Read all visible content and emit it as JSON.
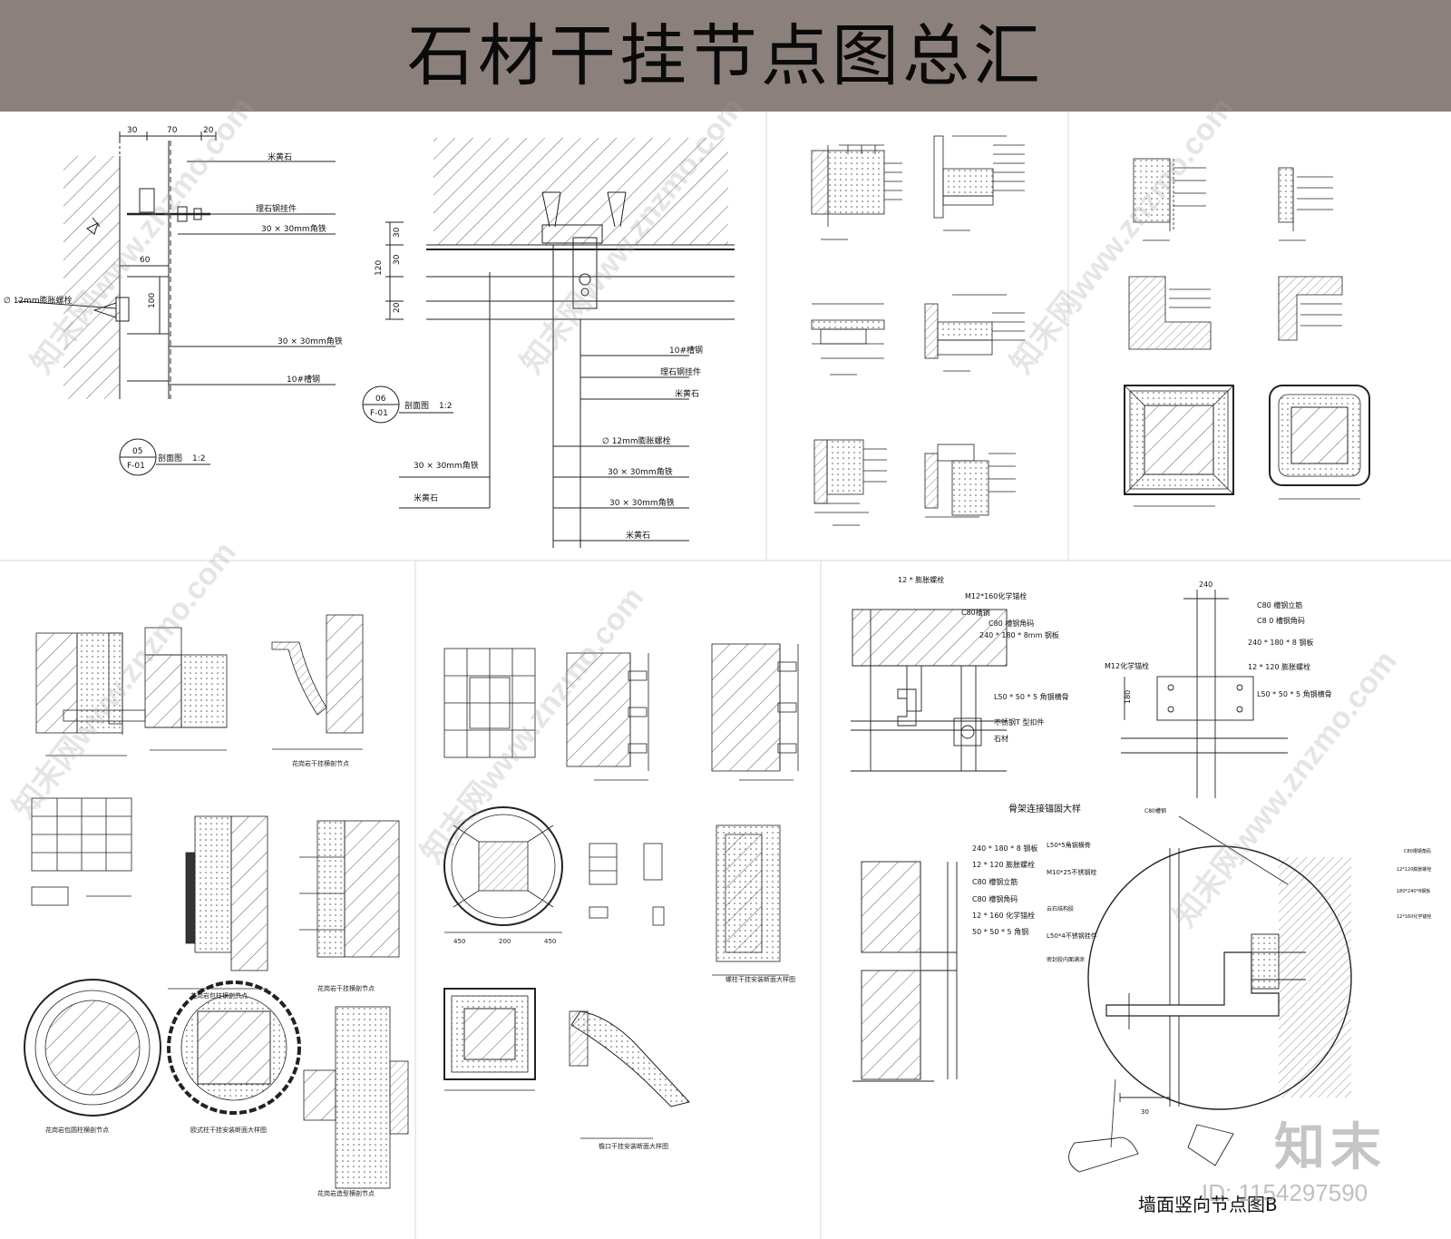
{
  "header": {
    "title": "石材干挂节点图总汇"
  },
  "detail05": {
    "dims": [
      "30",
      "70",
      "20",
      "60",
      "100"
    ],
    "labels": [
      "米黄石",
      "理石钢挂件",
      "30 × 30mm角铁",
      "∅ 12mm膨胀螺栓",
      "30 × 30mm角铁",
      "10#槽钢"
    ],
    "tag_num": "05",
    "tag_sheet": "F-01",
    "caption": "剖面图",
    "scale": "1:2"
  },
  "detail06": {
    "dims": [
      "30",
      "30",
      "120",
      "20"
    ],
    "labels": [
      "10#槽钢",
      "理石钢挂件",
      "米黄石",
      "∅ 12mm膨胀螺栓",
      "30 × 30mm角铁",
      "30 × 30mm角铁",
      "米黄石",
      "30 × 30mm角铁",
      "米黄石"
    ],
    "tag_num": "06",
    "tag_sheet": "F-01",
    "caption": "剖面图",
    "scale": "1:2"
  },
  "panel_bottom_left": {
    "captions": [
      "花岗岩干挂横剖节点",
      "花岗岩包柱横剖节点",
      "花岗岩干挂横剖节点",
      "花岗岩包圆柱横剖节点",
      "欧式柱干挂安装断面大样图",
      "花岗岩造型横剖节点"
    ]
  },
  "panel_bottom_mid": {
    "dims": [
      "450",
      "200",
      "450"
    ],
    "captions": [
      "螺柱干挂安装断面大样图",
      "檐口干挂安装断面大样图"
    ]
  },
  "panel_bottom_right": {
    "top_labels": [
      "12 * 膨胀螺栓",
      "M12*160化学锚栓",
      "C80槽钢",
      "C80 槽钢角码",
      "240 * 180 * 8mm 钢板",
      "L50 * 50 * 5 角钢横骨",
      "不锈钢T 型扣件",
      "石材"
    ],
    "right_labels": [
      "240",
      "C80 槽钢立筋",
      "C8 0 槽钢角码",
      "240 * 180 * 8 钢板",
      "M12化学锚栓",
      "12 * 120 膨胀螺栓",
      "L50 * 50 * 5 角钢横骨",
      "180"
    ],
    "anchor_title": "骨架连接锚固大样",
    "left_labels": [
      "240 * 180 * 8 钢板",
      "12 * 120 膨胀螺栓",
      "C80 槽钢立筋",
      "C80 槽钢角码",
      "12 * 160 化学锚栓",
      "50 * 50 * 5 角钢"
    ],
    "circle_labels": [
      "C80槽钢",
      "L50*5角钢横骨",
      "M10*25不锈钢栓",
      "云石结构胶",
      "L50*4不锈钢挂件",
      "密封胶内面满涂",
      "C80槽钢角码",
      "12*120膨胀螺栓",
      "180*240*8钢板",
      "12*160化学锚栓"
    ],
    "dim_30": "30",
    "big_caption": "墙面竖向节点图B"
  },
  "watermarks": [
    "知末网www.znzmo.com",
    "知末网www.znzmo.com",
    "知末网www.znzmo.com",
    "知末网www.znzmo.com",
    "知末网www.znzmo.com",
    "知末网www.znzmo.com"
  ],
  "brand": {
    "logo": "知末",
    "id_text": "ID: 1154297590"
  }
}
